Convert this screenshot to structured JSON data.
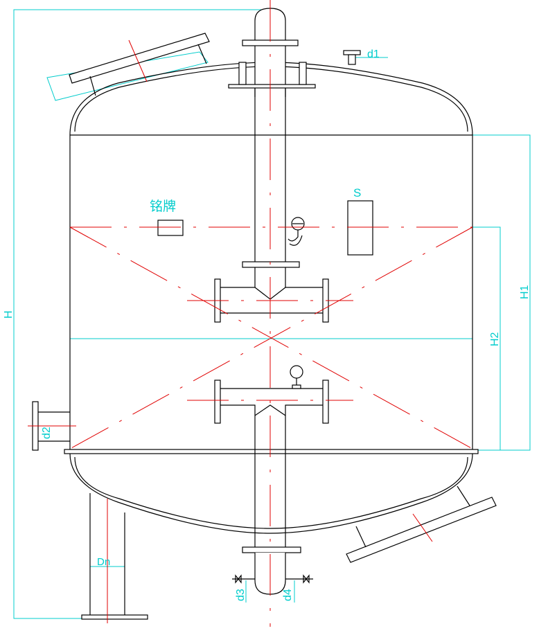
{
  "diagram": {
    "nameplate_label": "铭牌",
    "labels": {
      "d1": "d1",
      "d2": "d2",
      "d3": "d3",
      "d4": "d4",
      "dn": "Dn",
      "h": "H",
      "h1": "H1",
      "h2": "H2",
      "s": "S"
    },
    "colors": {
      "outline": "#000000",
      "dimension": "#00cccc",
      "centerline": "#e00000"
    }
  }
}
